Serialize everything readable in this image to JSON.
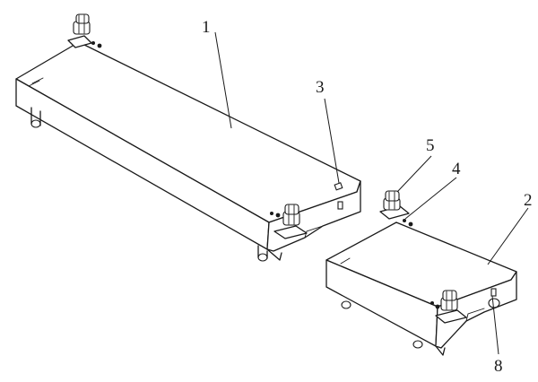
{
  "callouts": {
    "c1": "1",
    "c2": "2",
    "c3": "3",
    "c4": "4",
    "c5": "5",
    "c8": "8"
  },
  "colors": {
    "line": "#1a1a1a",
    "background": "#ffffff"
  }
}
